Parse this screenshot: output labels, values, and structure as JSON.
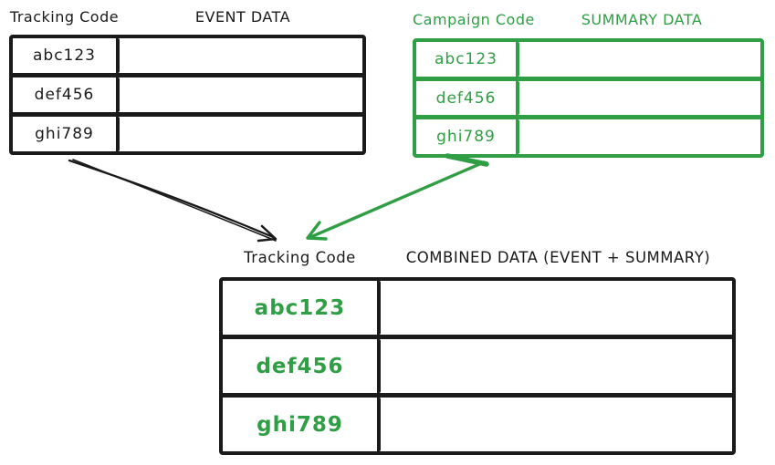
{
  "colors": {
    "ink": "#1a1a1a",
    "green": "#2f9e44",
    "background": "#ffffff"
  },
  "diagram": {
    "event_table": {
      "key_header": "Tracking Code",
      "value_header": "EVENT DATA",
      "codes": [
        "abc123",
        "def456",
        "ghi789"
      ]
    },
    "summary_table": {
      "key_header": "Campaign Code",
      "value_header": "SUMMARY DATA",
      "codes": [
        "abc123",
        "def456",
        "ghi789"
      ]
    },
    "combined_table": {
      "key_header": "Tracking Code",
      "value_header": "COMBINED DATA (EVENT + SUMMARY)",
      "codes": [
        "abc123",
        "def456",
        "ghi789"
      ]
    },
    "arrows": [
      {
        "from": "event_table",
        "to": "combined_table",
        "color": "#1a1a1a"
      },
      {
        "from": "summary_table",
        "to": "combined_table",
        "color": "#2f9e44"
      }
    ]
  }
}
